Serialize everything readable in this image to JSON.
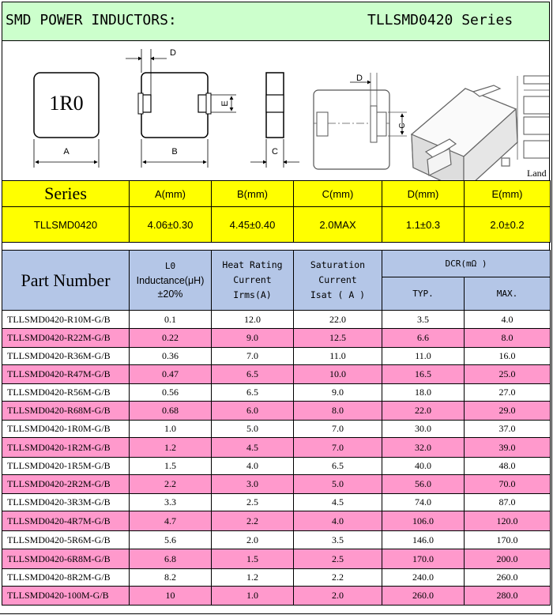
{
  "header": {
    "title": "SMD POWER INDUCTORS:",
    "series": "TLLSMD0420  Series"
  },
  "drawings": {
    "marking": "1R0",
    "labels": {
      "a": "A",
      "b": "B",
      "c": "C",
      "d": "D",
      "e": "E",
      "land": "Land"
    }
  },
  "dimensions": {
    "series_header": "Series",
    "columns": [
      "A(mm)",
      "B(mm)",
      "C(mm)",
      "D(mm)",
      "E(mm)"
    ],
    "series_value": "TLLSMD0420",
    "values": [
      "4.06±0.30",
      "4.45±0.40",
      "2.0MAX",
      "1.1±0.3",
      "2.0±0.2"
    ]
  },
  "table": {
    "headers": {
      "part_number": "Part Number",
      "l0": "L0",
      "inductance": "Inductance(μH)±20%",
      "heat_1": "Heat Rating",
      "heat_2": "Current",
      "heat_3": "Irms(A)",
      "sat_1": "Saturation",
      "sat_2": "Current",
      "sat_3": "Isat ( A )",
      "dcr": "DCR(mΩ )",
      "typ": "TYP.",
      "max": "MAX."
    },
    "rows": [
      {
        "part": "TLLSMD0420-R10M-G/B",
        "l": "0.1",
        "irms": "12.0",
        "isat": "22.0",
        "typ": "3.5",
        "max": "4.0"
      },
      {
        "part": "TLLSMD0420-R22M-G/B",
        "l": "0.22",
        "irms": "9.0",
        "isat": "12.5",
        "typ": "6.6",
        "max": "8.0"
      },
      {
        "part": "TLLSMD0420-R36M-G/B",
        "l": "0.36",
        "irms": "7.0",
        "isat": "11.0",
        "typ": "11.0",
        "max": "16.0"
      },
      {
        "part": "TLLSMD0420-R47M-G/B",
        "l": "0.47",
        "irms": "6.5",
        "isat": "10.0",
        "typ": "16.5",
        "max": "25.0"
      },
      {
        "part": "TLLSMD0420-R56M-G/B",
        "l": "0.56",
        "irms": "6.5",
        "isat": "9.0",
        "typ": "18.0",
        "max": "27.0"
      },
      {
        "part": "TLLSMD0420-R68M-G/B",
        "l": "0.68",
        "irms": "6.0",
        "isat": "8.0",
        "typ": "22.0",
        "max": "29.0"
      },
      {
        "part": "TLLSMD0420-1R0M-G/B",
        "l": "1.0",
        "irms": "5.0",
        "isat": "7.0",
        "typ": "30.0",
        "max": "37.0"
      },
      {
        "part": "TLLSMD0420-1R2M-G/B",
        "l": "1.2",
        "irms": "4.5",
        "isat": "7.0",
        "typ": "32.0",
        "max": "39.0"
      },
      {
        "part": "TLLSMD0420-1R5M-G/B",
        "l": "1.5",
        "irms": "4.0",
        "isat": "6.5",
        "typ": "40.0",
        "max": "48.0"
      },
      {
        "part": "TLLSMD0420-2R2M-G/B",
        "l": "2.2",
        "irms": "3.0",
        "isat": "5.0",
        "typ": "56.0",
        "max": "70.0"
      },
      {
        "part": "TLLSMD0420-3R3M-G/B",
        "l": "3.3",
        "irms": "2.5",
        "isat": "4.5",
        "typ": "74.0",
        "max": "87.0"
      },
      {
        "part": "TLLSMD0420-4R7M-G/B",
        "l": "4.7",
        "irms": "2.2",
        "isat": "4.0",
        "typ": "106.0",
        "max": "120.0"
      },
      {
        "part": "TLLSMD0420-5R6M-G/B",
        "l": "5.6",
        "irms": "2.0",
        "isat": "3.5",
        "typ": "146.0",
        "max": "170.0"
      },
      {
        "part": "TLLSMD0420-6R8M-G/B",
        "l": "6.8",
        "irms": "1.5",
        "isat": "2.5",
        "typ": "170.0",
        "max": "200.0"
      },
      {
        "part": "TLLSMD0420-8R2M-G/B",
        "l": "8.2",
        "irms": "1.2",
        "isat": "2.2",
        "typ": "240.0",
        "max": "260.0"
      },
      {
        "part": "TLLSMD0420-100M-G/B",
        "l": "10",
        "irms": "1.0",
        "isat": "2.0",
        "typ": "260.0",
        "max": "280.0"
      }
    ]
  },
  "colors": {
    "header_bg": "#ccffcc",
    "dim_bg": "#ffff00",
    "table_head_bg": "#b4c6e7",
    "row_alt_bg": "#ff99cc"
  }
}
